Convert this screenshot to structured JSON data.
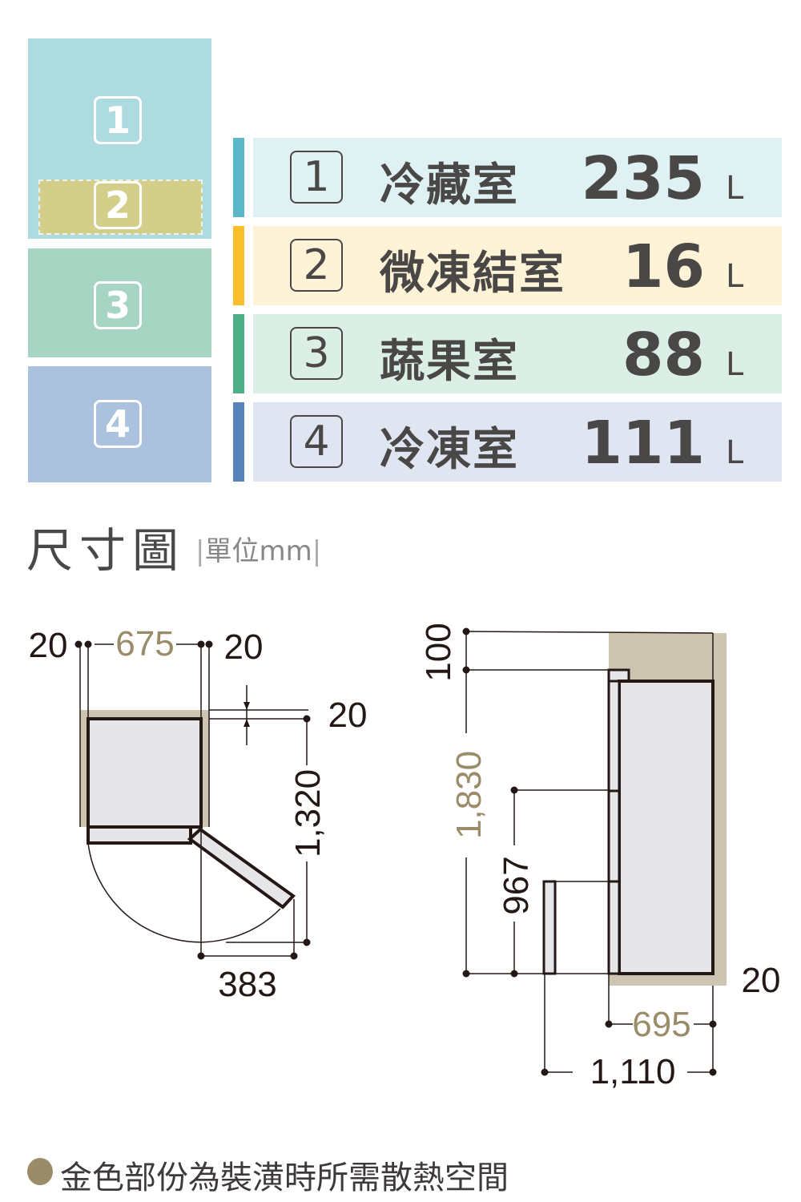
{
  "colors": {
    "fridge_zone": "#aedbe0",
    "chill_zone": "#d3ce8a",
    "vegetable_zone": "#a6d6c3",
    "freezer_zone": "#abc2de",
    "gold": "#9a8c68",
    "heat_space": "#ccc5b2"
  },
  "zones_diagram": [
    "1",
    "2",
    "3",
    "4"
  ],
  "compartments": [
    {
      "num": "1",
      "name": "冷藏室",
      "value": "235",
      "unit": "L",
      "bar": "#5ab8c8",
      "bg": "#dff1f3"
    },
    {
      "num": "2",
      "name": "微凍結室",
      "value": "16",
      "unit": "L",
      "bar": "#fbbe2b",
      "bg": "#fef3d6"
    },
    {
      "num": "3",
      "name": "蔬果室",
      "value": "88",
      "unit": "L",
      "bar": "#4caf86",
      "bg": "#dcefe6"
    },
    {
      "num": "4",
      "name": "冷凍室",
      "value": "111",
      "unit": "L",
      "bar": "#5884be",
      "bg": "#dfe6f2"
    }
  ],
  "dimensions": {
    "title": "尺寸圖",
    "unit_label": "單位mm",
    "top_view": {
      "left_gap": "20",
      "width": "675",
      "right_gap": "20",
      "back_gap": "20",
      "door_open_depth": "1,320",
      "door_swing": "383"
    },
    "side_view": {
      "top_gap": "100",
      "height": "1,830",
      "drawer_height": "967",
      "right_gap": "20",
      "depth": "695",
      "open_depth": "1,110"
    }
  },
  "footer": {
    "note": "金色部份為裝潢時所需散熱空間"
  }
}
